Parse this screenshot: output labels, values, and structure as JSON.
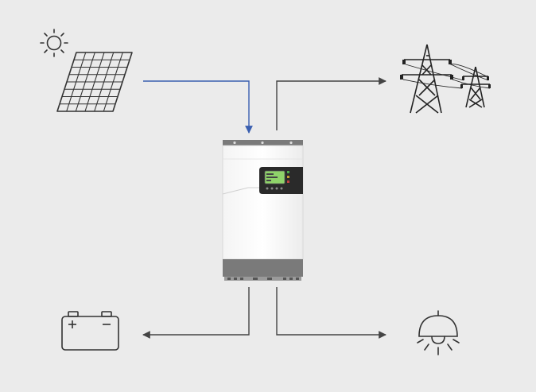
{
  "diagram": {
    "components": [
      {
        "id": "sun",
        "icon": "sun-icon"
      },
      {
        "id": "solar-panel",
        "icon": "solar-panel-icon"
      },
      {
        "id": "inverter",
        "icon": "hybrid-inverter-icon"
      },
      {
        "id": "utility-grid",
        "icon": "power-pylon-icon"
      },
      {
        "id": "battery",
        "icon": "battery-icon",
        "terminals": [
          "+",
          "−"
        ]
      },
      {
        "id": "load",
        "icon": "ceiling-lamp-icon"
      }
    ],
    "flows": [
      {
        "from": "solar-panel",
        "to": "inverter",
        "color": "#3a5fb0"
      },
      {
        "from": "inverter",
        "to": "utility-grid",
        "color": "#444444"
      },
      {
        "from": "inverter",
        "to": "battery",
        "color": "#444444"
      },
      {
        "from": "inverter",
        "to": "load",
        "color": "#444444"
      }
    ]
  },
  "colors": {
    "background": "#ebebeb",
    "icon_stroke": "#333333",
    "solar_flow": "#3a5fb0",
    "output_flow": "#444444",
    "lcd_screen": "#8fd36a"
  }
}
